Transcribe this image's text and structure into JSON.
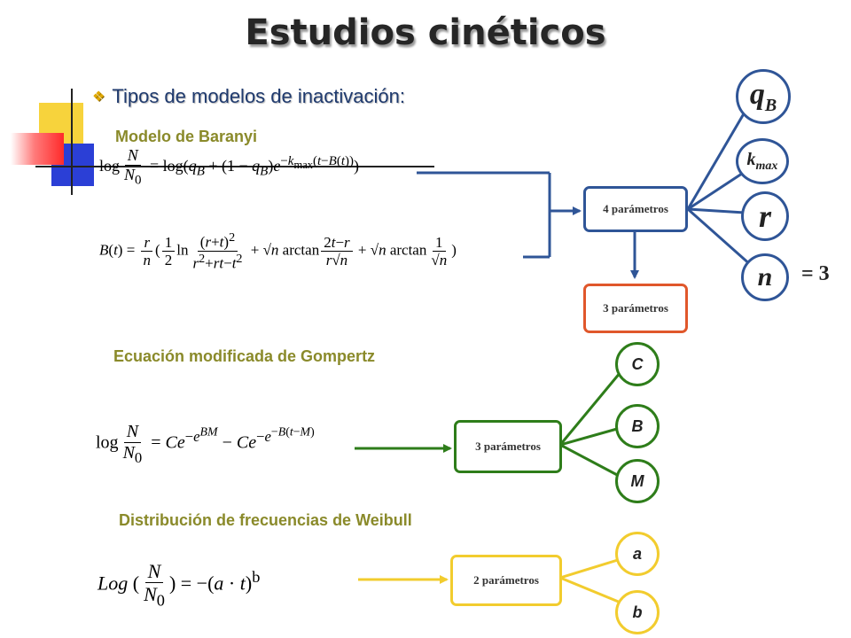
{
  "title": "Estudios cinéticos",
  "bullet": "Tipos de modelos de inactivación:",
  "baranyi": {
    "label": "Modelo de Baranyi",
    "box_main": "4 parámetros",
    "box_reduced": "3 parámetros",
    "params": [
      "qB",
      "kmax",
      "r",
      "n"
    ],
    "n_value": "= 3"
  },
  "gompertz": {
    "label": "Ecuación modificada de Gompertz",
    "box": "3 parámetros",
    "params": [
      "C",
      "B",
      "M"
    ]
  },
  "weibull": {
    "label": "Distribución de frecuencias de Weibull",
    "box": "2 parámetros",
    "params": [
      "a",
      "b"
    ]
  },
  "colors": {
    "blue": "#2f5597",
    "orange": "#e0572b",
    "green": "#2e7d1a",
    "yellow": "#f2cc2e",
    "label": "#8a8a2a"
  }
}
